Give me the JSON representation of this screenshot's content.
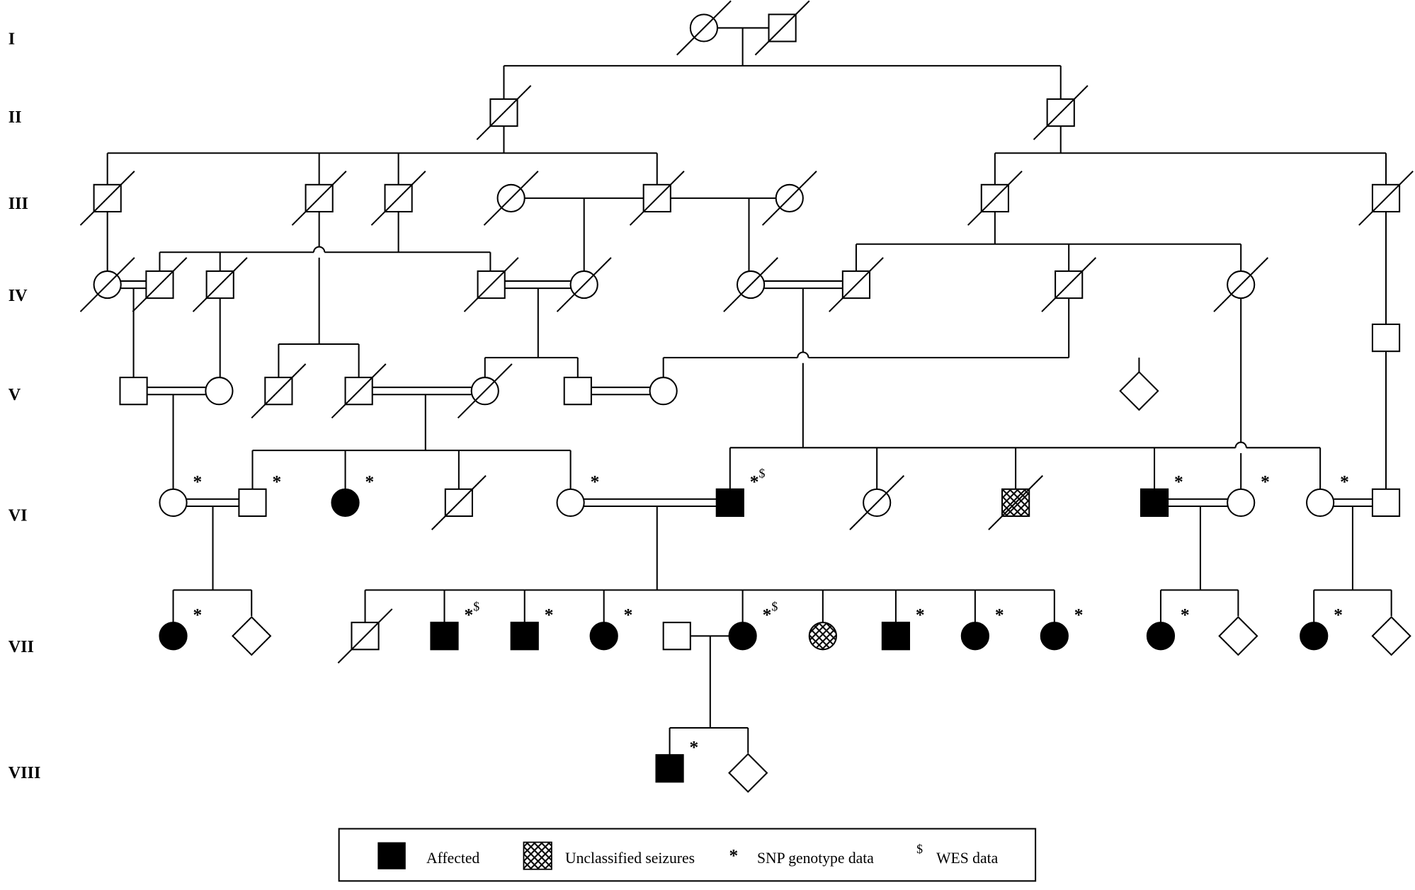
{
  "title": "Pedigree",
  "generations": [
    "I",
    "II",
    "III",
    "IV",
    "V",
    "VI",
    "VII",
    "VIII"
  ],
  "colors": {
    "affected": "#000000",
    "line": "#000000",
    "background": "#ffffff"
  },
  "individuals": {
    "I-1": {
      "sex": "F",
      "status": "normal",
      "deceased": true,
      "markers": []
    },
    "I-2": {
      "sex": "M",
      "status": "normal",
      "deceased": true,
      "markers": []
    },
    "II-1": {
      "sex": "M",
      "status": "normal",
      "deceased": true,
      "markers": []
    },
    "II-2": {
      "sex": "M",
      "status": "normal",
      "deceased": true,
      "markers": []
    },
    "III-1": {
      "sex": "M",
      "status": "normal",
      "deceased": true,
      "markers": []
    },
    "III-2": {
      "sex": "M",
      "status": "normal",
      "deceased": true,
      "markers": []
    },
    "III-3": {
      "sex": "M",
      "status": "normal",
      "deceased": true,
      "markers": []
    },
    "III-4": {
      "sex": "F",
      "status": "normal",
      "deceased": true,
      "markers": []
    },
    "III-5": {
      "sex": "M",
      "status": "normal",
      "deceased": true,
      "markers": []
    },
    "III-6": {
      "sex": "F",
      "status": "normal",
      "deceased": true,
      "markers": []
    },
    "III-7": {
      "sex": "M",
      "status": "normal",
      "deceased": true,
      "markers": []
    },
    "III-8": {
      "sex": "M",
      "status": "normal",
      "deceased": true,
      "markers": []
    },
    "IV-1": {
      "sex": "F",
      "status": "normal",
      "deceased": true,
      "markers": []
    },
    "IV-2": {
      "sex": "M",
      "status": "normal",
      "deceased": true,
      "markers": []
    },
    "IV-3": {
      "sex": "M",
      "status": "normal",
      "deceased": true,
      "markers": []
    },
    "IV-4": {
      "sex": "M",
      "status": "normal",
      "deceased": true,
      "markers": []
    },
    "IV-5": {
      "sex": "F",
      "status": "normal",
      "deceased": true,
      "markers": []
    },
    "IV-6": {
      "sex": "F",
      "status": "normal",
      "deceased": true,
      "markers": []
    },
    "IV-7": {
      "sex": "M",
      "status": "normal",
      "deceased": true,
      "markers": []
    },
    "IV-8": {
      "sex": "M",
      "status": "normal",
      "deceased": true,
      "markers": []
    },
    "IV-9": {
      "sex": "F",
      "status": "normal",
      "deceased": true,
      "markers": []
    },
    "IV-10": {
      "sex": "M",
      "status": "normal",
      "deceased": false,
      "markers": []
    },
    "V-1": {
      "sex": "M",
      "status": "normal",
      "deceased": false,
      "markers": []
    },
    "V-2": {
      "sex": "F",
      "status": "normal",
      "deceased": false,
      "markers": []
    },
    "V-3": {
      "sex": "M",
      "status": "normal",
      "deceased": true,
      "markers": []
    },
    "V-4": {
      "sex": "M",
      "status": "normal",
      "deceased": true,
      "markers": []
    },
    "V-5": {
      "sex": "F",
      "status": "normal",
      "deceased": true,
      "markers": []
    },
    "V-6": {
      "sex": "M",
      "status": "normal",
      "deceased": false,
      "markers": []
    },
    "V-7": {
      "sex": "F",
      "status": "normal",
      "deceased": false,
      "markers": []
    },
    "V-8": {
      "sex": "U",
      "status": "normal",
      "deceased": false,
      "markers": []
    },
    "VI-1": {
      "sex": "F",
      "status": "normal",
      "deceased": false,
      "markers": [
        "*"
      ]
    },
    "VI-2": {
      "sex": "M",
      "status": "normal",
      "deceased": false,
      "markers": [
        "*"
      ]
    },
    "VI-3": {
      "sex": "F",
      "status": "affected",
      "deceased": false,
      "markers": [
        "*"
      ]
    },
    "VI-4": {
      "sex": "M",
      "status": "normal",
      "deceased": true,
      "markers": []
    },
    "VI-5": {
      "sex": "F",
      "status": "normal",
      "deceased": false,
      "markers": [
        "*"
      ]
    },
    "VI-6": {
      "sex": "M",
      "status": "affected",
      "deceased": false,
      "markers": [
        "*",
        "$"
      ]
    },
    "VI-7": {
      "sex": "F",
      "status": "normal",
      "deceased": true,
      "markers": []
    },
    "VI-8": {
      "sex": "M",
      "status": "unclassified",
      "deceased": true,
      "markers": []
    },
    "VI-9": {
      "sex": "M",
      "status": "affected",
      "deceased": false,
      "markers": [
        "*"
      ]
    },
    "VI-10": {
      "sex": "F",
      "status": "normal",
      "deceased": false,
      "markers": [
        "*"
      ]
    },
    "VI-11": {
      "sex": "F",
      "status": "normal",
      "deceased": false,
      "markers": [
        "*"
      ]
    },
    "VI-12": {
      "sex": "M",
      "status": "normal",
      "deceased": false,
      "markers": []
    },
    "VII-1": {
      "sex": "F",
      "status": "affected",
      "deceased": false,
      "markers": [
        "*"
      ]
    },
    "VII-2": {
      "sex": "U",
      "status": "normal",
      "deceased": false,
      "markers": []
    },
    "VII-3": {
      "sex": "M",
      "status": "normal",
      "deceased": true,
      "markers": []
    },
    "VII-4": {
      "sex": "M",
      "status": "affected",
      "deceased": false,
      "markers": [
        "*",
        "$"
      ]
    },
    "VII-5": {
      "sex": "M",
      "status": "affected",
      "deceased": false,
      "markers": [
        "*"
      ]
    },
    "VII-6": {
      "sex": "F",
      "status": "affected",
      "deceased": false,
      "markers": [
        "*"
      ]
    },
    "VII-7": {
      "sex": "M",
      "status": "normal",
      "deceased": false,
      "markers": []
    },
    "VII-8": {
      "sex": "F",
      "status": "affected",
      "deceased": false,
      "markers": [
        "*",
        "$"
      ]
    },
    "VII-9": {
      "sex": "F",
      "status": "unclassified",
      "deceased": false,
      "markers": []
    },
    "VII-10": {
      "sex": "M",
      "status": "affected",
      "deceased": false,
      "markers": [
        "*"
      ]
    },
    "VII-11": {
      "sex": "F",
      "status": "affected",
      "deceased": false,
      "markers": [
        "*"
      ]
    },
    "VII-12": {
      "sex": "F",
      "status": "affected",
      "deceased": false,
      "markers": [
        "*"
      ]
    },
    "VII-13": {
      "sex": "F",
      "status": "affected",
      "deceased": false,
      "markers": [
        "*"
      ]
    },
    "VII-14": {
      "sex": "U",
      "status": "normal",
      "deceased": false,
      "markers": []
    },
    "VII-15": {
      "sex": "F",
      "status": "affected",
      "deceased": false,
      "markers": [
        "*"
      ]
    },
    "VII-16": {
      "sex": "U",
      "status": "normal",
      "deceased": false,
      "markers": []
    },
    "VIII-1": {
      "sex": "M",
      "status": "affected",
      "deceased": false,
      "markers": [
        "*"
      ]
    },
    "VIII-2": {
      "sex": "U",
      "status": "normal",
      "deceased": false,
      "markers": []
    }
  },
  "legend": {
    "affected": "Affected",
    "unclassified": "Unclassified seizures",
    "snp_symbol": "*",
    "snp": "SNP genotype data",
    "wes_symbol": "$",
    "wes": "WES data"
  }
}
